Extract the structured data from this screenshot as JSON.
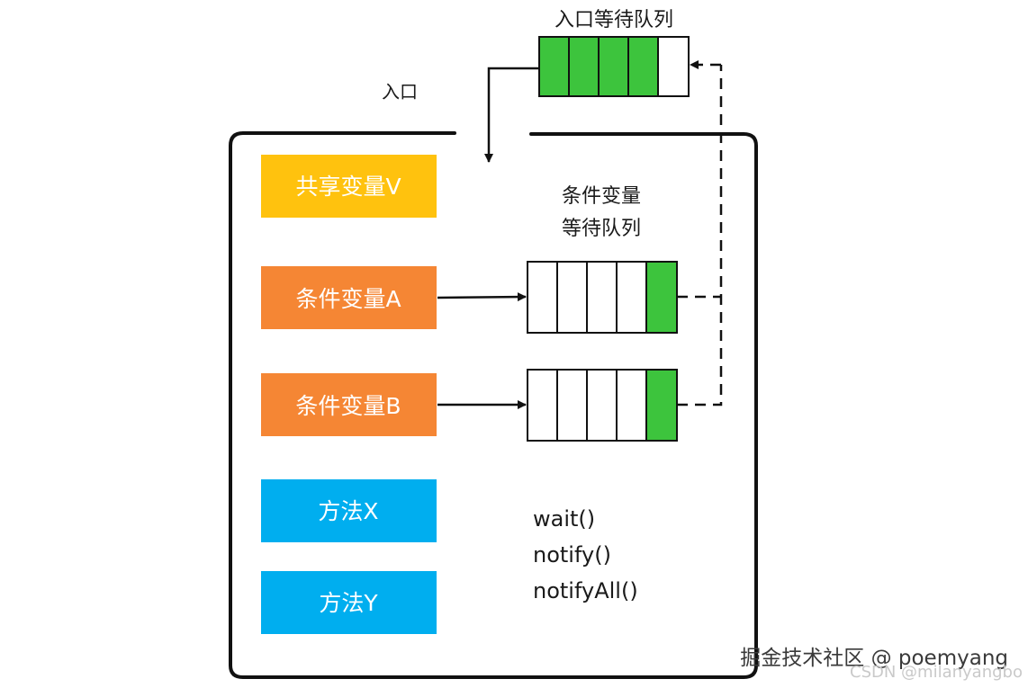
{
  "entry": {
    "queue_title": "入口等待队列",
    "entry_label": "入口"
  },
  "monitor": {
    "shared_variable": "共享变量V",
    "condition_a": "条件变量A",
    "condition_b": "条件变量B",
    "cond_queue_title_line1": "条件变量",
    "cond_queue_title_line2": "等待队列",
    "method_x": "方法X",
    "method_y": "方法Y",
    "methods": [
      "wait()",
      "notify()",
      "notifyAll()"
    ]
  },
  "queues": {
    "entry_queue_filled": 4,
    "entry_queue_total": 5,
    "cond_a_filled": 1,
    "cond_b_filled": 1,
    "cond_queue_total": 5
  },
  "colors": {
    "shared": "#FFC20E",
    "condition": "#F58634",
    "method": "#00AEEF",
    "queue_fill": "#3DC43D",
    "outline": "#111111"
  },
  "watermark": {
    "main": "掘金技术社区 @ poemyang",
    "sub": "CSDN @milanyangbo"
  }
}
